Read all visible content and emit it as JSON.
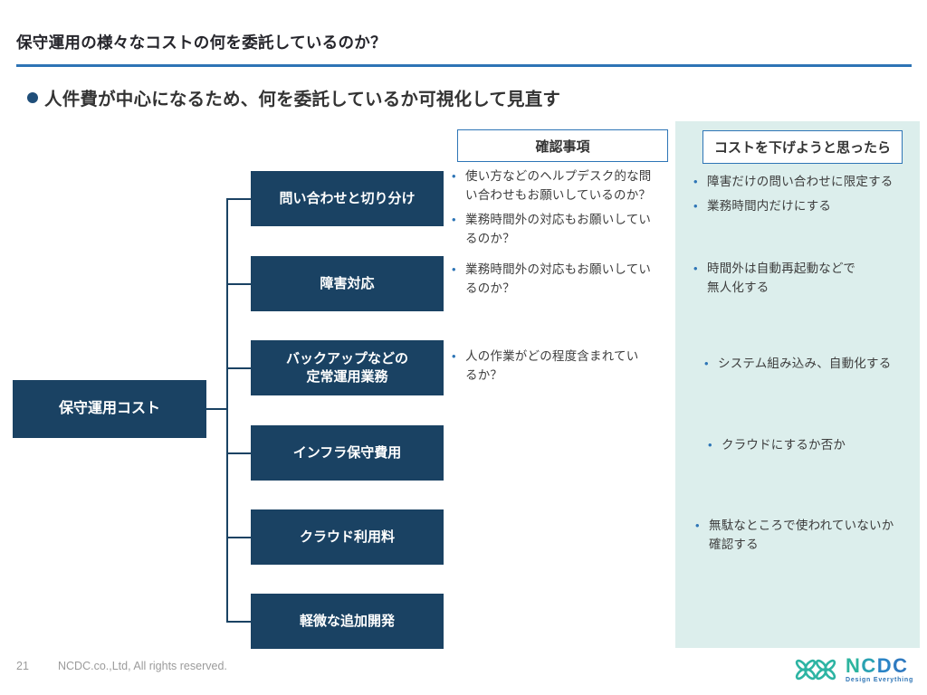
{
  "header": {
    "title": "保守運用の様々なコストの何を委託しているのか？",
    "subtitle": "人件費が中心になるため、何を委託しているか可視化して見直す"
  },
  "diagram": {
    "root": "保守運用コスト",
    "branches": [
      "問い合わせと切り分け",
      "障害対応",
      "バックアップなどの\n定常運用業務",
      "インフラ保守費用",
      "クラウド利用料",
      "軽微な追加開発"
    ]
  },
  "check_column": {
    "header": "確認事項",
    "groups": [
      {
        "items": [
          "使い方などのヘルプデスク的な問\nい合わせもお願いしているのか？",
          "業務時間外の対応もお願いしてい\nるのか？"
        ]
      },
      {
        "items": [
          "業務時間外の対応もお願いしてい\nるのか？"
        ]
      },
      {
        "items": [
          "人の作業がどの程度含まれてい\nるか？"
        ]
      }
    ]
  },
  "reduce_column": {
    "header": "コストを下げようと思ったら",
    "groups": [
      {
        "items": [
          "障害だけの問い合わせに限定する",
          "業務時間内だけにする"
        ]
      },
      {
        "items": [
          "時間外は自動再起動などで\n無人化する"
        ]
      },
      {
        "items": [
          "システム組み込み、自動化する"
        ]
      },
      {
        "items": [
          "クラウドにするか否か"
        ]
      },
      {
        "items": [
          "無駄なところで使われていないか\n確認する"
        ]
      }
    ]
  },
  "footer": {
    "page_number": "21",
    "copyright": "NCDC.co.,Ltd, All rights reserved."
  },
  "logo": {
    "letters": {
      "0": "N",
      "1": "C",
      "2": "D",
      "3": "C"
    },
    "tagline": "Design Everything"
  },
  "icons": {
    "list_bullet": "•"
  },
  "colors": {
    "navy": "#1a4263",
    "accent": "#2e75b6",
    "panel": "#dceeec",
    "underline": "#2e74b5",
    "body": "#3d3d3d",
    "gray": "#9b9b9b",
    "teal": "#2db4a3"
  }
}
